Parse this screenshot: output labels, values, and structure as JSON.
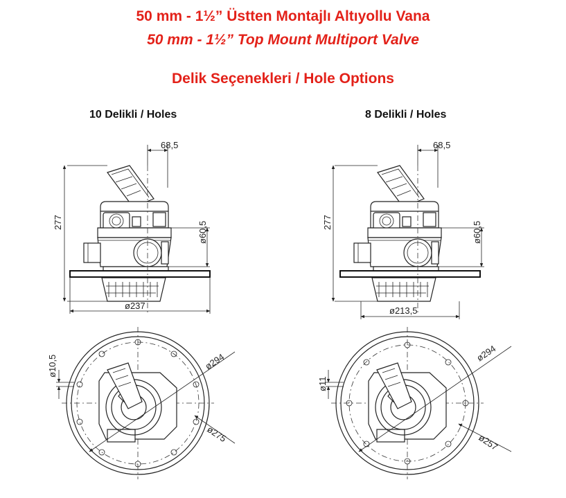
{
  "header": {
    "title_tr": "50 mm - 1½” Üstten Montajlı Altıyollu Vana",
    "title_en": "50 mm - 1½” Top Mount Multiport Valve",
    "hole_options": "Delik Seçenekleri / Hole Options",
    "color": "#e32119"
  },
  "left_drawing": {
    "subtitle": "10 Delikli /  Holes",
    "dim_offset": "68,5",
    "dim_port": "ø60,5",
    "dim_height": "277",
    "dim_base": "ø237",
    "dim_hole": "ø10,5",
    "dim_outer": "ø294",
    "dim_bolt_circle": "ø275"
  },
  "right_drawing": {
    "subtitle": "8 Delikli /  Holes",
    "dim_offset": "68,5",
    "dim_port": "ø60,5",
    "dim_height": "277",
    "dim_base": "ø213,5",
    "dim_hole": "ø11",
    "dim_outer": "ø294",
    "dim_bolt_circle": "ø257"
  }
}
